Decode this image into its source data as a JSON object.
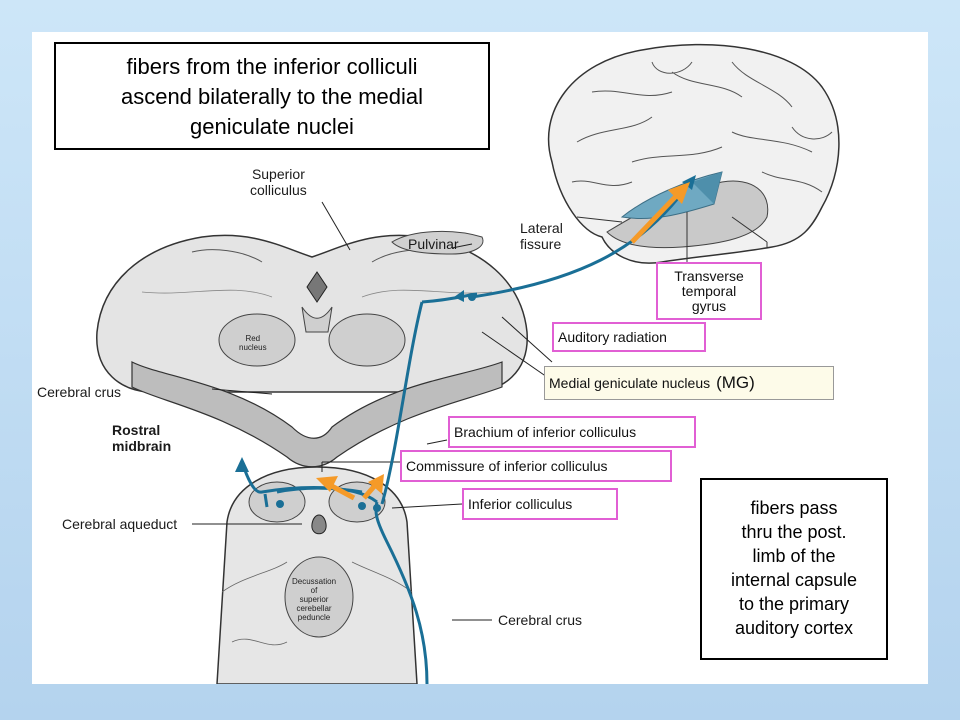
{
  "top_box": {
    "lines": [
      "fibers from the inferior colliculi",
      "ascend bilaterally to the medial",
      "geniculate nuclei"
    ]
  },
  "side_box": {
    "lines": [
      "fibers pass",
      "thru the post.",
      "limb of the",
      "internal capsule",
      "to the primary",
      "auditory cortex"
    ]
  },
  "labels": {
    "superior_colliculus": [
      "Superior",
      "colliculus"
    ],
    "pulvinar": "Pulvinar",
    "lateral_fissure": [
      "Lateral",
      "fissure"
    ],
    "cerebral_crus_left": "Cerebral crus",
    "rostral_midbrain": [
      "Rostral",
      "midbrain"
    ],
    "cerebral_aqueduct": "Cerebral aqueduct",
    "cerebral_crus_bottom": "Cerebral crus",
    "red_nucleus": [
      "Red",
      "nucleus"
    ],
    "decussation": [
      "Decussation",
      "of",
      "superior",
      "cerebellar",
      "peduncle"
    ]
  },
  "callouts": {
    "transverse_temporal_gyrus": [
      "Transverse",
      "temporal",
      "gyrus"
    ],
    "auditory_radiation": "Auditory radiation",
    "medial_geniculate": "Medial geniculate nucleus",
    "mg_abbrev": "(MG)",
    "brachium": "Brachium of inferior colliculus",
    "commissure": "Commissure of inferior colliculus",
    "inferior_colliculus": "Inferior colliculus"
  },
  "colors": {
    "pathway": "#1a6f96",
    "arrow": "#f59a28",
    "callout_border": "#e15fd4",
    "tissue": "#d4d4d4",
    "cortex_highlight": "#6fa9c2"
  }
}
